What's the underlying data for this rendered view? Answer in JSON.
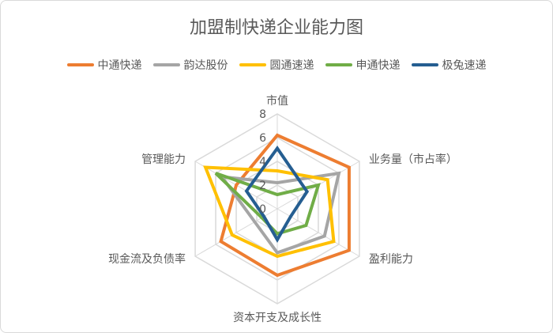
{
  "chart_data": {
    "type": "radar",
    "title": "加盟制快递企业能力图",
    "categories": [
      "市值",
      "业务量（市占率）",
      "盈利能力",
      "资本开支及成长性",
      "现金流及负债率",
      "管理能力"
    ],
    "rlim": [
      0,
      8
    ],
    "ticks": [
      "0",
      "2",
      "4",
      "6",
      "8"
    ],
    "grid": true,
    "legend": "top",
    "series": [
      {
        "name": "中通快递",
        "color": "#ED7D31",
        "values": [
          6.2,
          7.0,
          7.0,
          5.6,
          5.5,
          4.0
        ]
      },
      {
        "name": "韵达股份",
        "color": "#A5A5A5",
        "values": [
          2.2,
          6.0,
          4.6,
          3.7,
          2.2,
          5.4
        ]
      },
      {
        "name": "圆通速递",
        "color": "#FFC000",
        "values": [
          3.2,
          4.9,
          5.5,
          4.0,
          4.4,
          7.0
        ]
      },
      {
        "name": "申通快递",
        "color": "#70AD47",
        "values": [
          1.2,
          4.0,
          2.8,
          2.1,
          1.5,
          6.0
        ]
      },
      {
        "name": "极兔速递",
        "color": "#255E91",
        "values": [
          5.1,
          2.9,
          1.3,
          2.6,
          1.3,
          3.0
        ]
      }
    ]
  }
}
